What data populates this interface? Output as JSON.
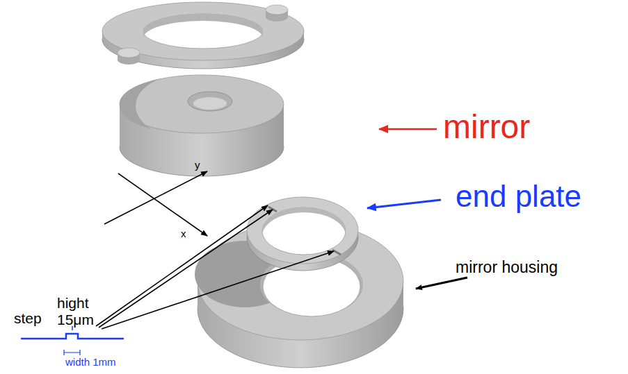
{
  "diagram": {
    "labels": [
      "mirror",
      "end plate",
      "mirror housing",
      "y",
      "x",
      "step",
      "hight",
      "15μm",
      "width 1mm"
    ]
  }
}
